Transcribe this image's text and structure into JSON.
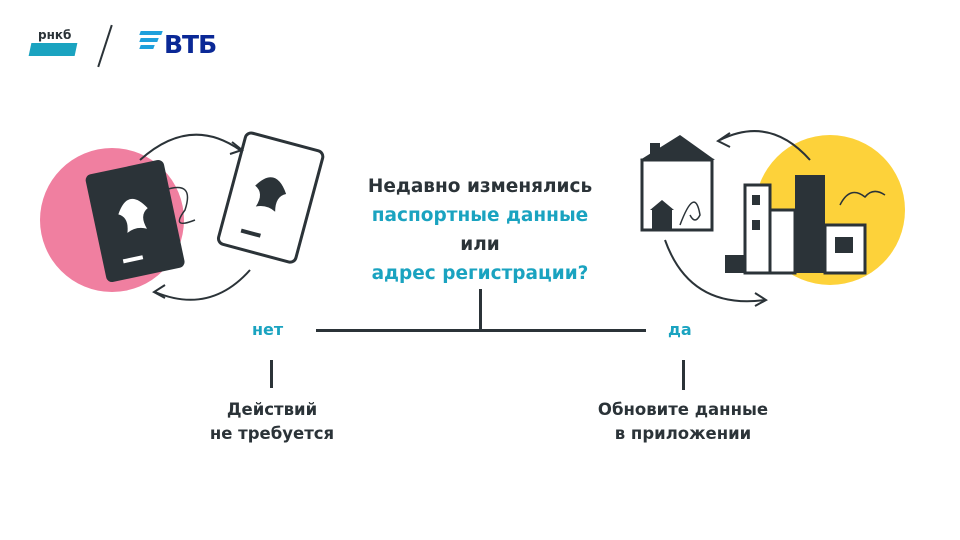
{
  "logos": {
    "rnkb": "рнкб",
    "vtb": "ВТБ"
  },
  "question": {
    "line1": "Недавно изменялись",
    "line2": "паспортные данные",
    "line3": "или",
    "line4": "адрес регистрации?"
  },
  "branches": {
    "no": {
      "label": "нет",
      "result_line1": "Действий",
      "result_line2": "не требуется"
    },
    "yes": {
      "label": "да",
      "result_line1": "Обновите данные",
      "result_line2": "в приложении"
    }
  },
  "colors": {
    "teal": "#1aa3c0",
    "dark": "#2b3338",
    "pink": "#f07fa0",
    "yellow": "#fdd23a",
    "vtb_blue": "#0a2896"
  }
}
